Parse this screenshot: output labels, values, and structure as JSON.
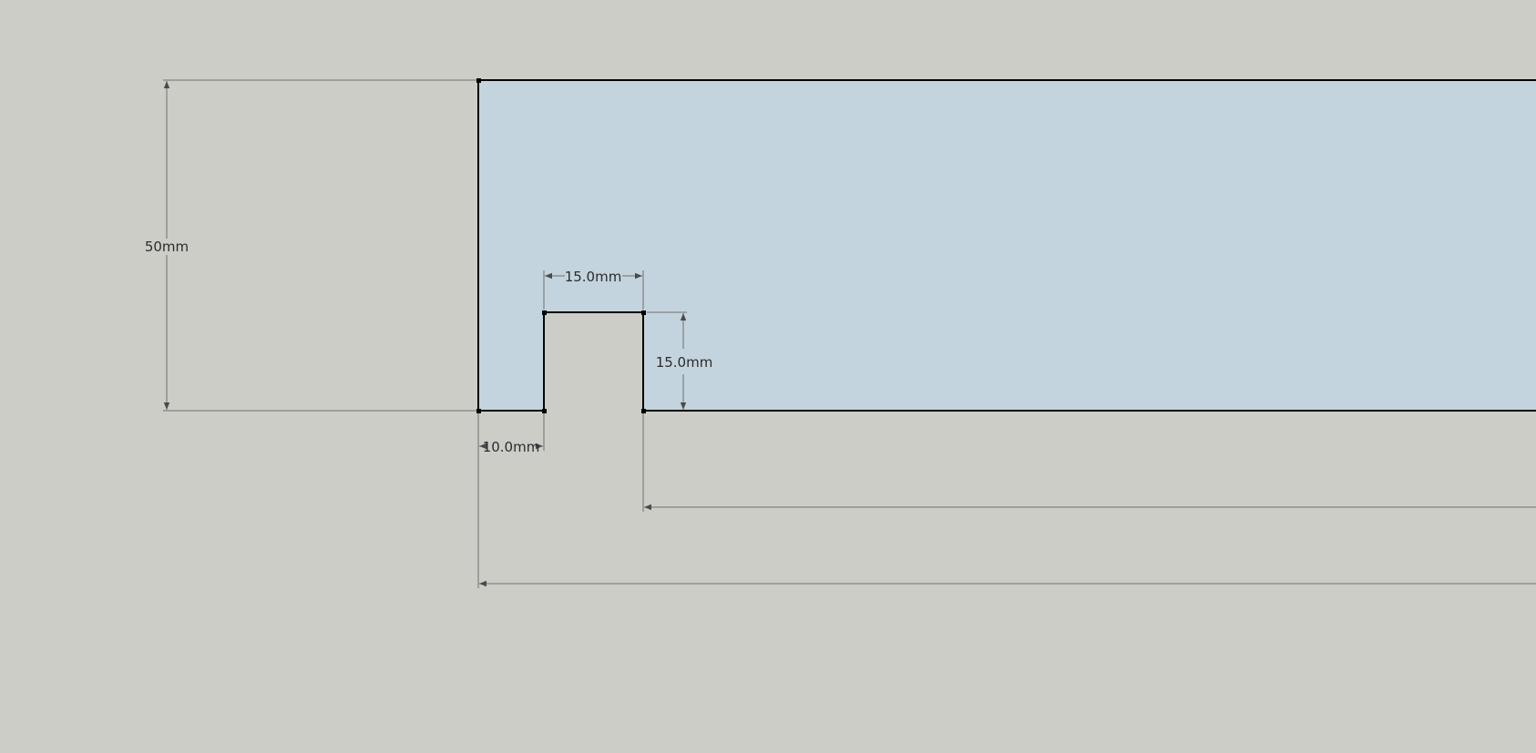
{
  "colors": {
    "background": "#cdcdc8",
    "face_fill": "#c4d4de",
    "edge": "#000000",
    "dimension_line": "#6e6e6e",
    "dimension_text": "#2b2b2b"
  },
  "dimensions": {
    "height": "50mm",
    "slot_width": "15.0mm",
    "slot_depth": "15.0mm",
    "slot_offset": "10.0mm"
  }
}
